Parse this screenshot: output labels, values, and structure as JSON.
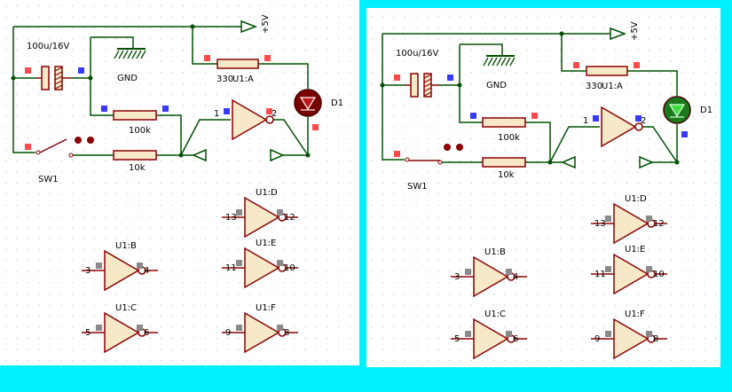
{
  "panels": [
    {
      "id": "left",
      "state": "switch-open",
      "led_color": "#7a0000",
      "labels": {
        "vcc": "+5V",
        "cap": "100u/16V",
        "gnd": "GND",
        "res_top": "330",
        "gate_a": "U1:A",
        "led": "D1",
        "pin1": "1",
        "pin2": "2",
        "res_mid": "100k",
        "res_bot": "10k",
        "switch": "SW1"
      }
    },
    {
      "id": "right",
      "state": "switch-closed",
      "led_color": "#1b7a1b",
      "labels": {
        "vcc": "+5V",
        "cap": "100u/16V",
        "gnd": "GND",
        "res_top": "330",
        "gate_a": "U1:A",
        "led": "D1",
        "pin1": "1",
        "pin2": "2",
        "res_mid": "100k",
        "res_bot": "10k",
        "switch": "SW1"
      }
    }
  ],
  "spare_gates": [
    {
      "name": "U1:B",
      "in": "3",
      "out": "4"
    },
    {
      "name": "U1:C",
      "in": "5",
      "out": "6"
    },
    {
      "name": "U1:D",
      "in": "13",
      "out": "12"
    },
    {
      "name": "U1:E",
      "in": "11",
      "out": "10"
    },
    {
      "name": "U1:F",
      "in": "9",
      "out": "8"
    }
  ],
  "colors": {
    "wire": "#005000",
    "component": "#8b0000",
    "component_fill": "#f7e8c8",
    "pin_red": "#ff4a4a",
    "pin_blue": "#3a3aff",
    "pin_gray": "#8a8a8a",
    "border": "#00f0ff",
    "background": "#ffffff",
    "grid_dot": "#b0b0b0"
  }
}
